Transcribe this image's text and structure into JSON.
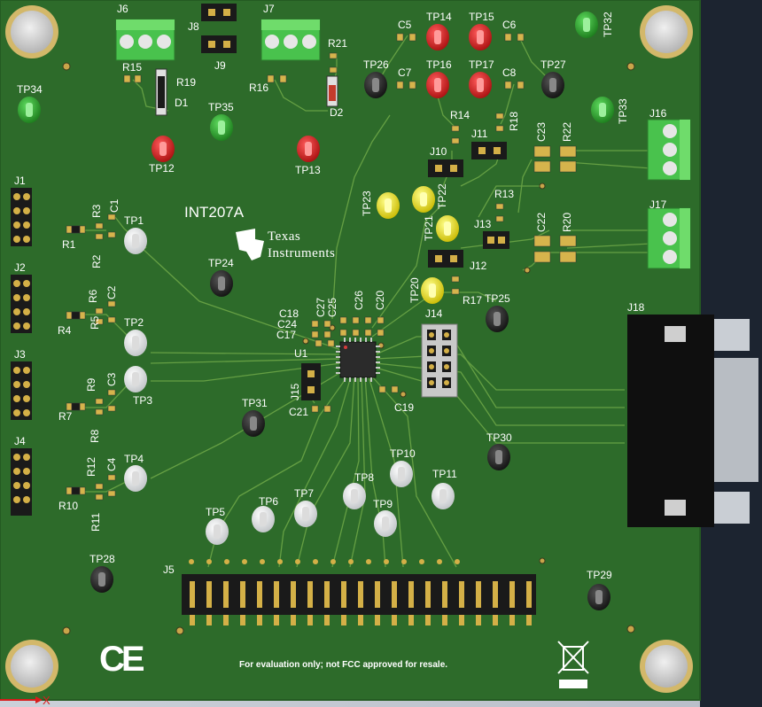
{
  "board": {
    "title": "INT207A",
    "manufacturer_line1": "Texas",
    "manufacturer_line2": "Instruments",
    "footer_note": "For evaluation only; not FCC approved for resale.",
    "ce_mark": "CE",
    "pcb_color": "#2d6b2a",
    "trace_color": "#7fb04e"
  },
  "labels": {
    "J1": "J1",
    "J2": "J2",
    "J3": "J3",
    "J4": "J4",
    "J5": "J5",
    "J6": "J6",
    "J7": "J7",
    "J8": "J8",
    "J9": "J9",
    "J10": "J10",
    "J11": "J11",
    "J12": "J12",
    "J13": "J13",
    "J14": "J14",
    "J15": "J15",
    "J16": "J16",
    "J17": "J17",
    "J18": "J18",
    "TP1": "TP1",
    "TP2": "TP2",
    "TP3": "TP3",
    "TP4": "TP4",
    "TP5": "TP5",
    "TP6": "TP6",
    "TP7": "TP7",
    "TP8": "TP8",
    "TP9": "TP9",
    "TP10": "TP10",
    "TP11": "TP11",
    "TP12": "TP12",
    "TP13": "TP13",
    "TP14": "TP14",
    "TP15": "TP15",
    "TP16": "TP16",
    "TP17": "TP17",
    "TP20": "TP20",
    "TP21": "TP21",
    "TP22": "TP22",
    "TP23": "TP23",
    "TP24": "TP24",
    "TP25": "TP25",
    "TP26": "TP26",
    "TP27": "TP27",
    "TP28": "TP28",
    "TP29": "TP29",
    "TP30": "TP30",
    "TP31": "TP31",
    "TP32": "TP32",
    "TP33": "TP33",
    "TP34": "TP34",
    "TP35": "TP35",
    "R1": "R1",
    "R2": "R2",
    "R3": "R3",
    "R4": "R4",
    "R5": "R5",
    "R6": "R6",
    "R7": "R7",
    "R8": "R8",
    "R9": "R9",
    "R10": "R10",
    "R11": "R11",
    "R12": "R12",
    "R13": "R13",
    "R14": "R14",
    "R15": "R15",
    "R16": "R16",
    "R17": "R17",
    "R18": "R18",
    "R19": "R19",
    "R20": "R20",
    "R21": "R21",
    "R22": "R22",
    "C1": "C1",
    "C2": "C2",
    "C3": "C3",
    "C4": "C4",
    "C5": "C5",
    "C6": "C6",
    "C7": "C7",
    "C8": "C8",
    "C17": "C17",
    "C18": "C18",
    "C19": "C19",
    "C20": "C20",
    "C21": "C21",
    "C22": "C22",
    "C23": "C23",
    "C24": "C24",
    "C25": "C25",
    "C26": "C26",
    "C27": "C27",
    "D1": "D1",
    "D2": "D2",
    "U1": "U1"
  },
  "test_point_colors": {
    "white": "#f2f2f2",
    "black": "#1e1e1e",
    "red": "#d81c1c",
    "green": "#2aa12a",
    "yellow": "#f3ea22"
  },
  "axis_marker": "X"
}
